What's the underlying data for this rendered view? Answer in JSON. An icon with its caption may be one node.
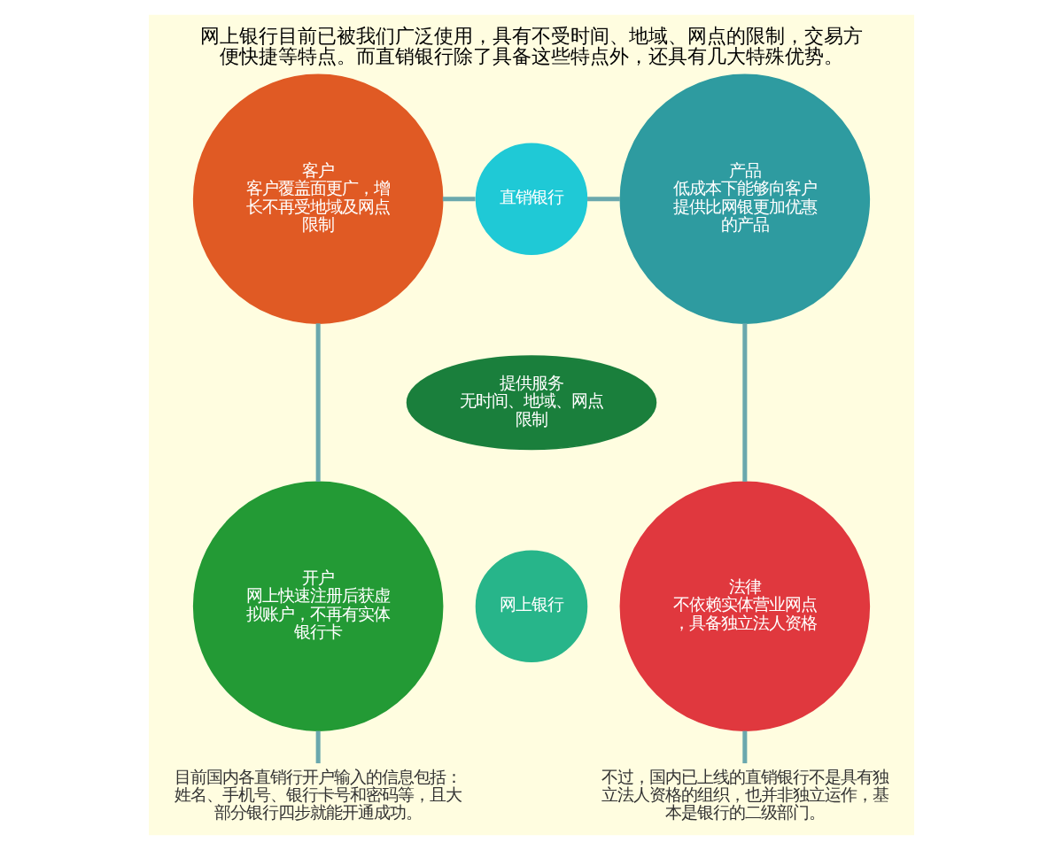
{
  "diagram": {
    "title": "网上银行目前已被我们广泛使用，具有不受时间、地域、网点的限制，交易方便快捷等特点。而直销银行除了具备这些特点外，还具有几大特殊优势。",
    "nodes": [
      {
        "text": [
          "客户",
          "客户覆盖面更广，增长不再受地域及网点限制"
        ]
      },
      {
        "text": [
          "产品",
          "低成本下能够向客户提供比网银更加优惠的产品"
        ]
      },
      {
        "text": [
          "直销银行"
        ]
      },
      {
        "text": [
          "提供服务",
          "无时间、地域、网点限制"
        ]
      },
      {
        "text": [
          "网上银行"
        ]
      },
      {
        "text": [
          "开户",
          "网上快速注册后获虚拟账户，不再有实体银行卡"
        ]
      },
      {
        "text": [
          "法律",
          "不依赖实体营业网点，具备独立法人资格"
        ]
      },
      {
        "text": [
          "目前国内各直销行开户输入的信息包括：姓名、手机号、银行卡号和密码等，且大部分银行四步就能开通成功。"
        ]
      },
      {
        "text": [
          "不过，国内已上线的直销银行不是具有独立法人资格的组织，也并非独立运作，基本是银行的二级部门。"
        ]
      }
    ],
    "edges": [
      {
        "from": 5,
        "to": 0,
        "arrow": "none"
      },
      {
        "from": 0,
        "to": 2,
        "arrow": "none"
      },
      {
        "from": 2,
        "to": 1,
        "arrow": "none"
      },
      {
        "from": 1,
        "to": 6,
        "arrow": "none"
      },
      {
        "from": 5,
        "to": 7,
        "arrow": "none"
      },
      {
        "from": 6,
        "to": 8,
        "arrow": "none"
      }
    ]
  }
}
